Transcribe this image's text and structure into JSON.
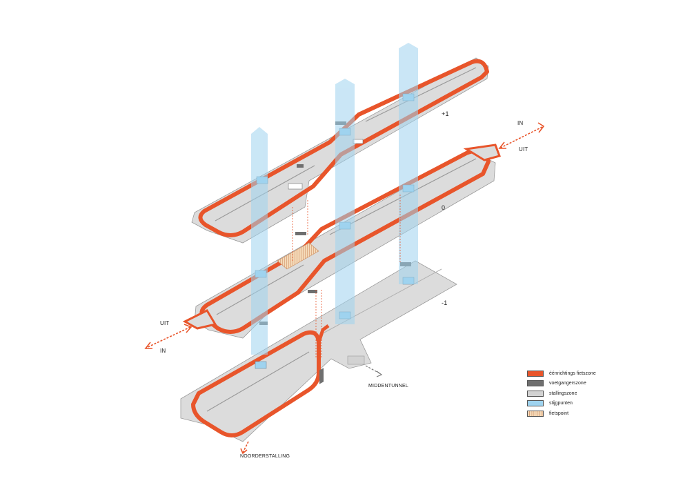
{
  "levels": {
    "top": "+1",
    "middle": "0",
    "bottom": "-1"
  },
  "flows": {
    "right_in": "IN",
    "right_out": "UIT",
    "left_out": "UIT",
    "left_in": "IN"
  },
  "destinations": {
    "middle_tunnel": "MIDDENTUNNEL",
    "north_storage": "NOORDERSTALLING"
  },
  "colors": {
    "bike_lane": "#e8552b",
    "pedestrian": "#6f6f6f",
    "parking": "#d2d2d2",
    "access_points": "#9fd3ef",
    "bike_point": "#f4d9b8",
    "arrow": "#e8552b"
  },
  "legend": [
    {
      "label": "éénrichtings fietszone",
      "color": "#e8552b",
      "pattern": "solid"
    },
    {
      "label": "voetgangerszone",
      "color": "#6f6f6f",
      "pattern": "solid"
    },
    {
      "label": "stallingszone",
      "color": "#d2d2d2",
      "pattern": "solid"
    },
    {
      "label": "stijgpunten",
      "color": "#9fd3ef",
      "pattern": "solid"
    },
    {
      "label": "fietspoint",
      "color": "#f4d9b8",
      "pattern": "hatched"
    }
  ]
}
